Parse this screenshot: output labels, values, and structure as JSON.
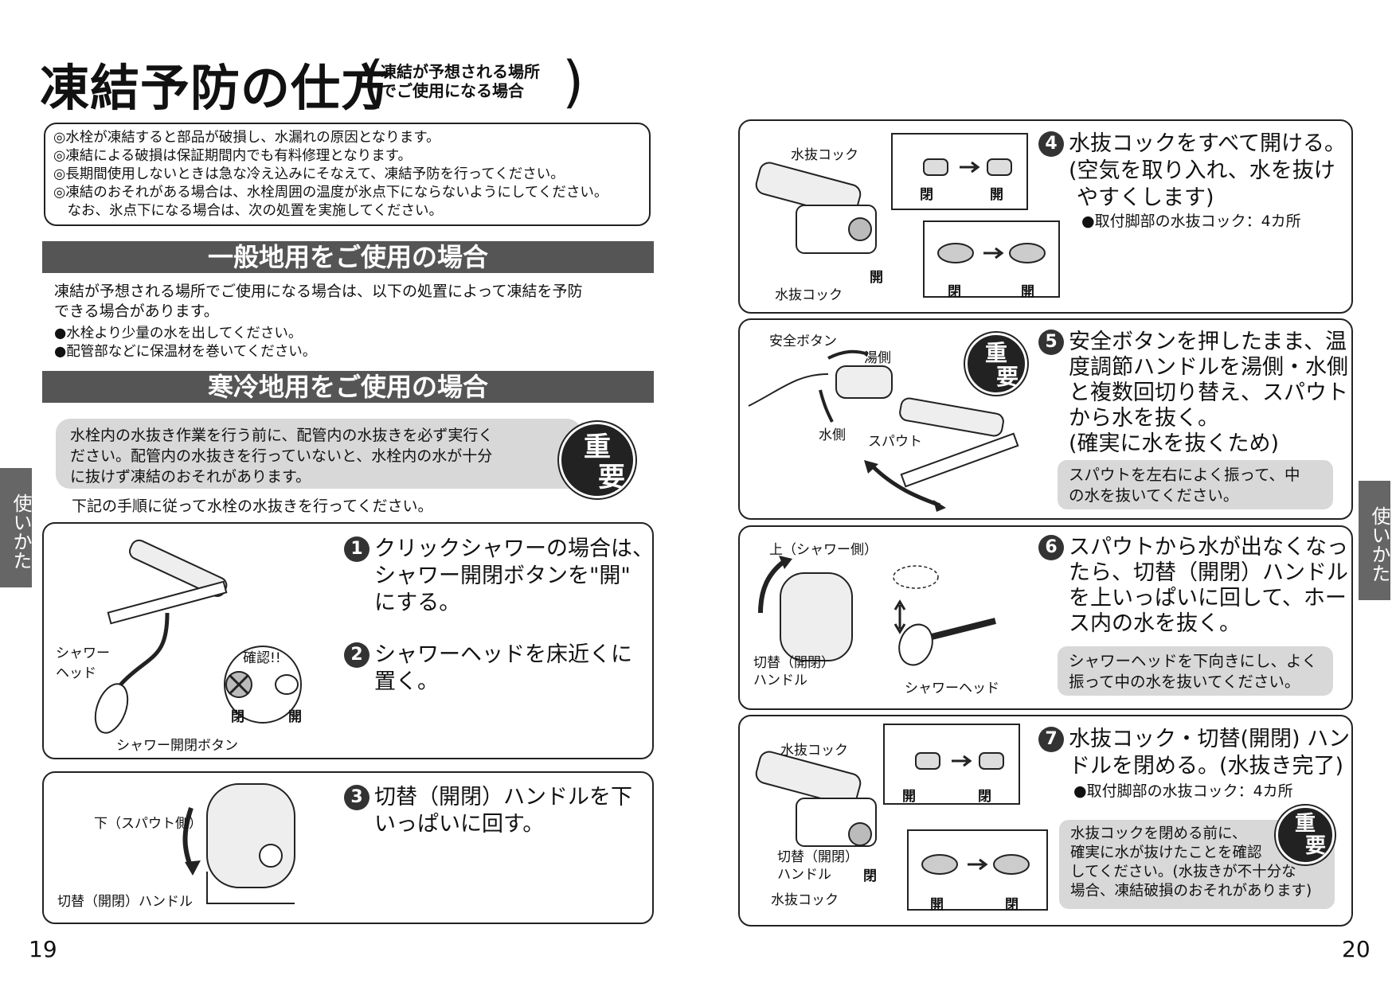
{
  "header": {
    "title": "凍結予防の仕方",
    "subtitle_1": "凍結が予想される場所",
    "subtitle_2": "でご使用になる場合",
    "paren_open": "(",
    "paren_close": ")"
  },
  "notes": [
    "◎水栓が凍結すると部品が破損し、水漏れの原因となります。",
    "◎凍結による破損は保証期間内でも有料修理となります。",
    "◎長期間使用しないときは急な冷え込みにそなえて、凍結予防を行ってください。",
    "◎凍結のおそれがある場合は、水栓周囲の温度が氷点下にならないようにしてください。",
    "　なお、氷点下になる場合は、次の処置を実施してください。"
  ],
  "section_general": {
    "heading": "一般地用をご使用の場合",
    "intro_1": "凍結が予想される場所でご使用になる場合は、以下の処置によって凍結を予防",
    "intro_2": "できる場合があります。",
    "bullets": [
      "●水栓より少量の水を出してください。",
      "●配管部などに保温材を巻いてください。"
    ]
  },
  "section_cold": {
    "heading": "寒冷地用をご使用の場合",
    "warning_1": "水栓内の水抜き作業を行う前に、配管内の水抜きを必ず実行く",
    "warning_2": "ださい。配管内の水抜きを行っていないと、水栓内の水が十分",
    "warning_3": "に抜けず凍結のおそれがあります。",
    "follow": "下記の手順に従って水栓の水抜きを行ってください。"
  },
  "badge": {
    "line1": "重",
    "line2": "要"
  },
  "steps": {
    "s1": {
      "num": "1",
      "line1": "クリックシャワーの場合は、",
      "line2": "シャワー開閉ボタンを\"開\"",
      "line3": "にする。"
    },
    "s2": {
      "num": "2",
      "line1": "シャワーヘッドを床近くに",
      "line2": "置く。"
    },
    "s3": {
      "num": "3",
      "line1": "切替（開閉）ハンドルを下",
      "line2": "いっぱいに回す。"
    },
    "s4": {
      "num": "4",
      "line1": "水抜コックをすべて開ける。",
      "line2": "(空気を取り入れ、水を抜け",
      "line3": "やすくします)",
      "note": "●取付脚部の水抜コック：4カ所"
    },
    "s5": {
      "num": "5",
      "line1": "安全ボタンを押したまま、温",
      "line2": "度調節ハンドルを湯側・水側",
      "line3": "と複数回切り替え、スパウト",
      "line4": "から水を抜く。",
      "line5": "(確実に水を抜くため)",
      "tip_1": "スパウトを左右によく振って、中",
      "tip_2": "の水を抜いてください。"
    },
    "s6": {
      "num": "6",
      "line1": "スパウトから水が出なくなっ",
      "line2": "たら、切替（開閉）ハンドル",
      "line3": "を上いっぱいに回して、ホー",
      "line4": "ス内の水を抜く。",
      "tip_1": "シャワーヘッドを下向きにし、よく",
      "tip_2": "振って中の水を抜いてください。"
    },
    "s7": {
      "num": "7",
      "line1": "水抜コック・切替(開閉) ハン",
      "line2": "ドルを閉める。(水抜き完了)",
      "note": "●取付脚部の水抜コック：4カ所",
      "tip_1": "水抜コックを閉める前に、",
      "tip_2": "確実に水が抜けたことを確認",
      "tip_3": "してください。(水抜きが不十分な",
      "tip_4": "場合、凍結破損のおそれがあります)"
    }
  },
  "labels": {
    "shower_head_1": "シャワー",
    "shower_head_2": "ヘッド",
    "confirm": "確認!!",
    "closed": "閉",
    "open": "開",
    "shower_button": "シャワー開閉ボタン",
    "down_spout": "下（スパウト側）",
    "switch_handle": "切替（開閉）ハンドル",
    "drain_cock": "水抜コック",
    "safety_button": "安全ボタン",
    "hot_side": "湯側",
    "cold_side": "水側",
    "spout": "スパウト",
    "up_shower": "上（シャワー側）",
    "switch_1": "切替（開閉）",
    "switch_2": "ハンドル",
    "shower_head": "シャワーヘッド"
  },
  "side_tab": "使いかた",
  "page_left": "19",
  "page_right": "20"
}
